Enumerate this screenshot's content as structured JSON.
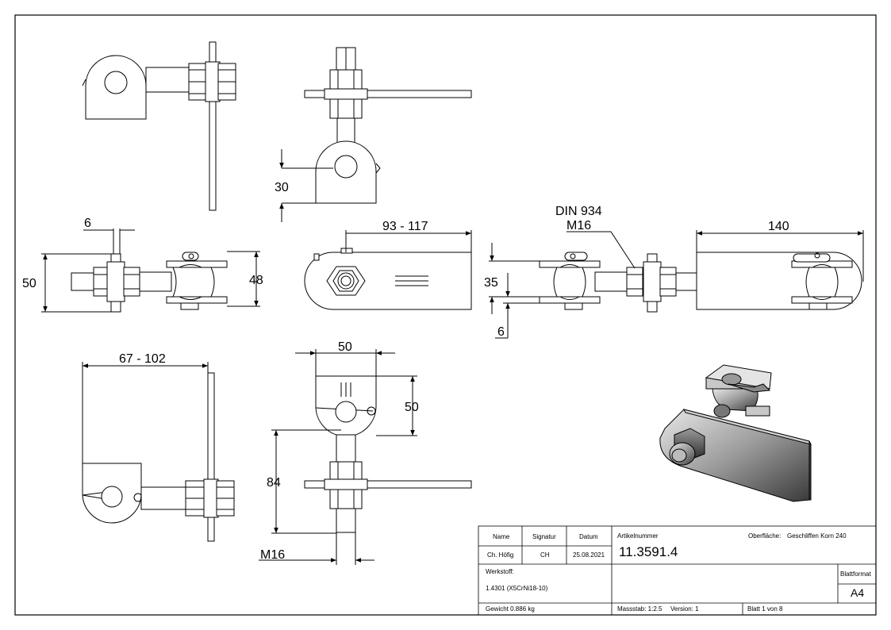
{
  "dimensions": {
    "d6_top": "6",
    "d50_left": "50",
    "d48": "48",
    "d30": "30",
    "d93_117": "93 - 117",
    "din934": "DIN 934",
    "m16_upper": "M16",
    "d140": "140",
    "d35": "35",
    "d6_mid": "6",
    "d67_102": "67 - 102",
    "d50_top": "50",
    "d50_right": "50",
    "d84": "84",
    "m16_lower": "M16"
  },
  "title_block": {
    "name_header": "Name",
    "signatur_header": "Signatur",
    "datum_header": "Datum",
    "artikelnummer_label": "Artikelnummer",
    "oberflaeche_label": "Oberfläche:",
    "oberflaeche_value": "Geschliffen Korn 240",
    "name_value": "Ch. Höfig",
    "signatur_value": "CH",
    "datum_value": "25.08.2021",
    "artikelnummer_value": "11.3591.4",
    "werkstoff_label": "Werkstoff:",
    "werkstoff_value": "1.4301 (X5CrNi18-10)",
    "blattformat_label": "Blattformat",
    "blattformat_value": "A4",
    "gewicht": "Gewicht 0.886 kg",
    "massstab": "Massstab: 1:2.5",
    "version": "Version: 1",
    "blatt": "Blatt 1 von 8"
  }
}
